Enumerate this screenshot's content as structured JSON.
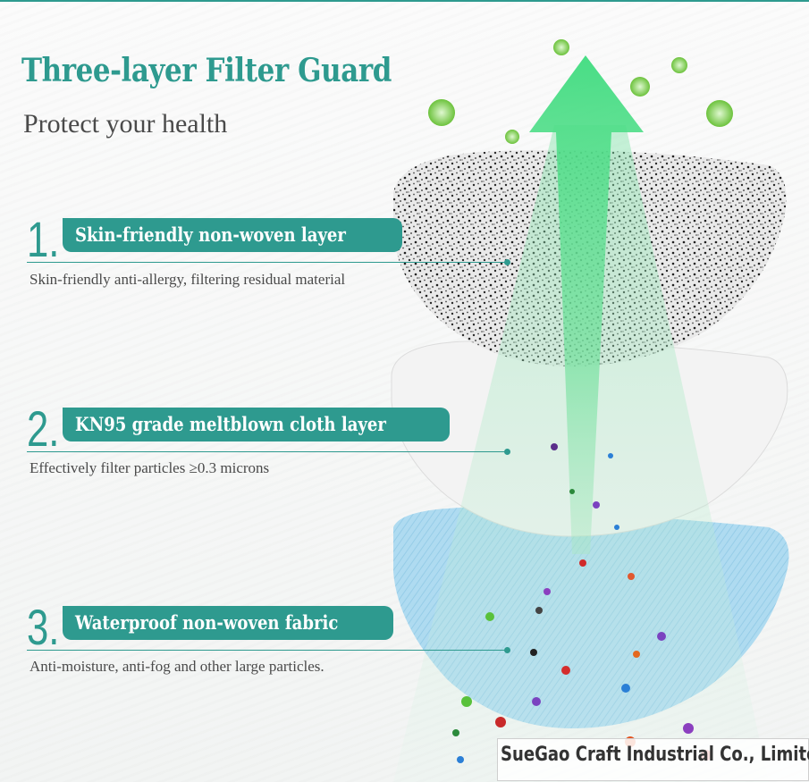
{
  "header": {
    "title": "Three-layer Filter Guard",
    "subtitle": "Protect your health"
  },
  "layers": [
    {
      "number": "1.",
      "name": "Skin-friendly non-woven layer",
      "description": "Skin-friendly anti-allergy, filtering residual material"
    },
    {
      "number": "2.",
      "name": "KN95 grade meltblown cloth layer",
      "description": "Effectively filter particles ≥0.3 microns"
    },
    {
      "number": "3.",
      "name": "Waterproof non-woven fabric",
      "description": "Anti-moisture, anti-fog and other large particles."
    }
  ],
  "watermark": {
    "text": "SueGao Craft Industrial Co., Limited"
  },
  "colors": {
    "accent": "#2e9a8f",
    "arrow": "#4bd88b",
    "top_layer": "#3a3a3a",
    "middle_layer": "#f2f2f2",
    "bottom_layer": "#9fd3ee",
    "text": "#4a4a4a"
  },
  "icons": {
    "leaf": "leaf-icon",
    "arrow": "up-arrow-icon",
    "particle": "particle-icon"
  }
}
